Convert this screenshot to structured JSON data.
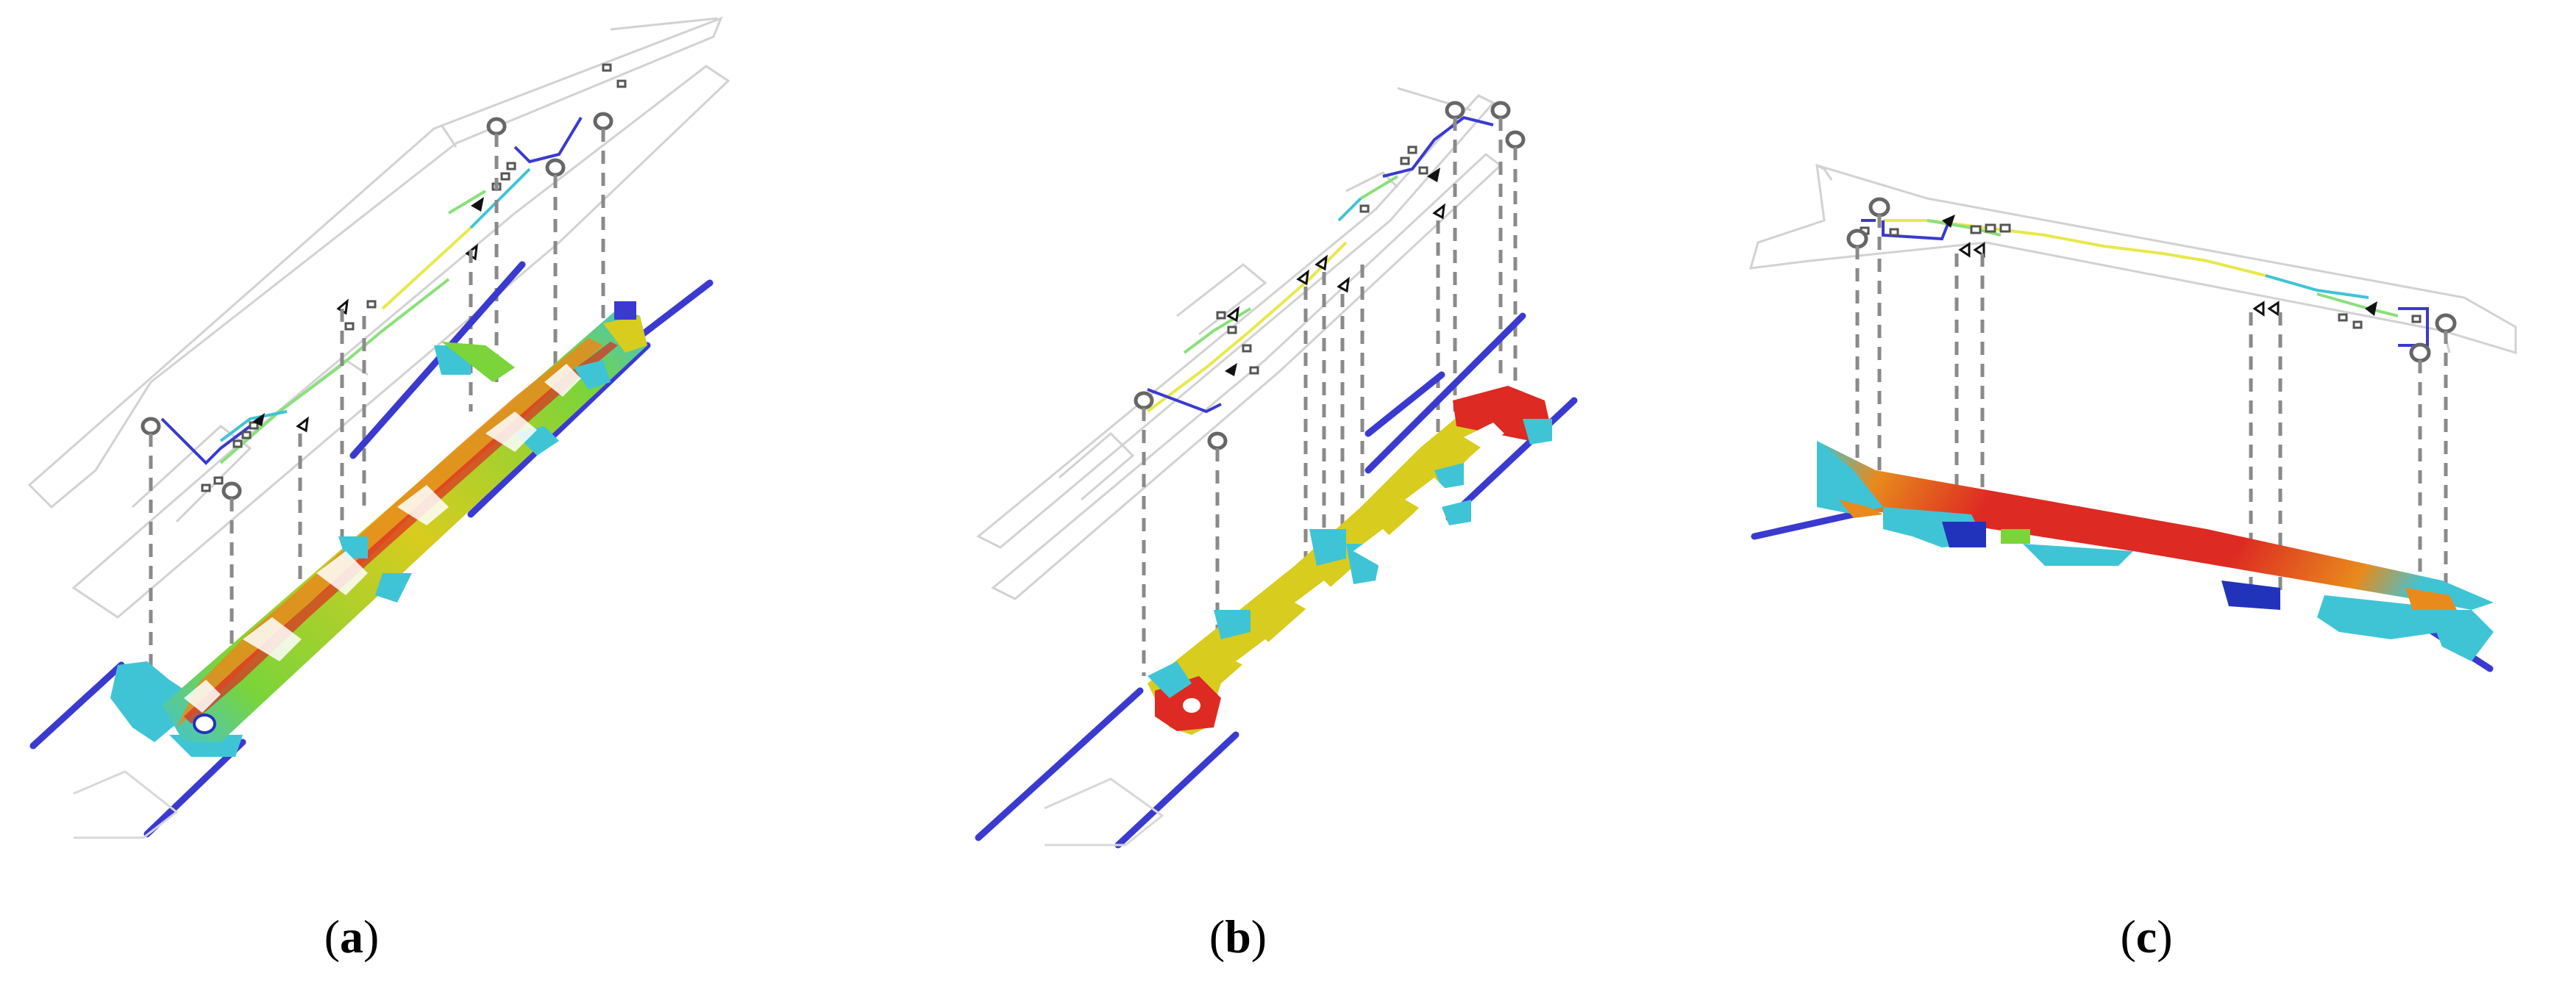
{
  "panels": [
    {
      "id": "a",
      "letter": "a",
      "open": "(",
      "close": ")"
    },
    {
      "id": "b",
      "letter": "b",
      "open": "(",
      "close": ")"
    },
    {
      "id": "c",
      "letter": "c",
      "open": "(",
      "close": ")"
    }
  ],
  "colors": {
    "plan_outline": "#d2d2d2",
    "connector_dash": "#8a8a8a",
    "platform_edge_blue": "#3a3ad0",
    "stair_blue": "#2233bb",
    "heat_cyan": "#3fc4d6",
    "heat_green": "#7ad43a",
    "heat_yellow": "#d8cc1e",
    "heat_orange": "#e88a1c",
    "heat_red": "#dd2a22",
    "route_green": "#8ae07a",
    "route_yellow": "#e8e84a",
    "marker_black": "#111111"
  },
  "icons": [
    "access-circle-icon",
    "direction-arrow-icon",
    "plan-box-icon"
  ]
}
